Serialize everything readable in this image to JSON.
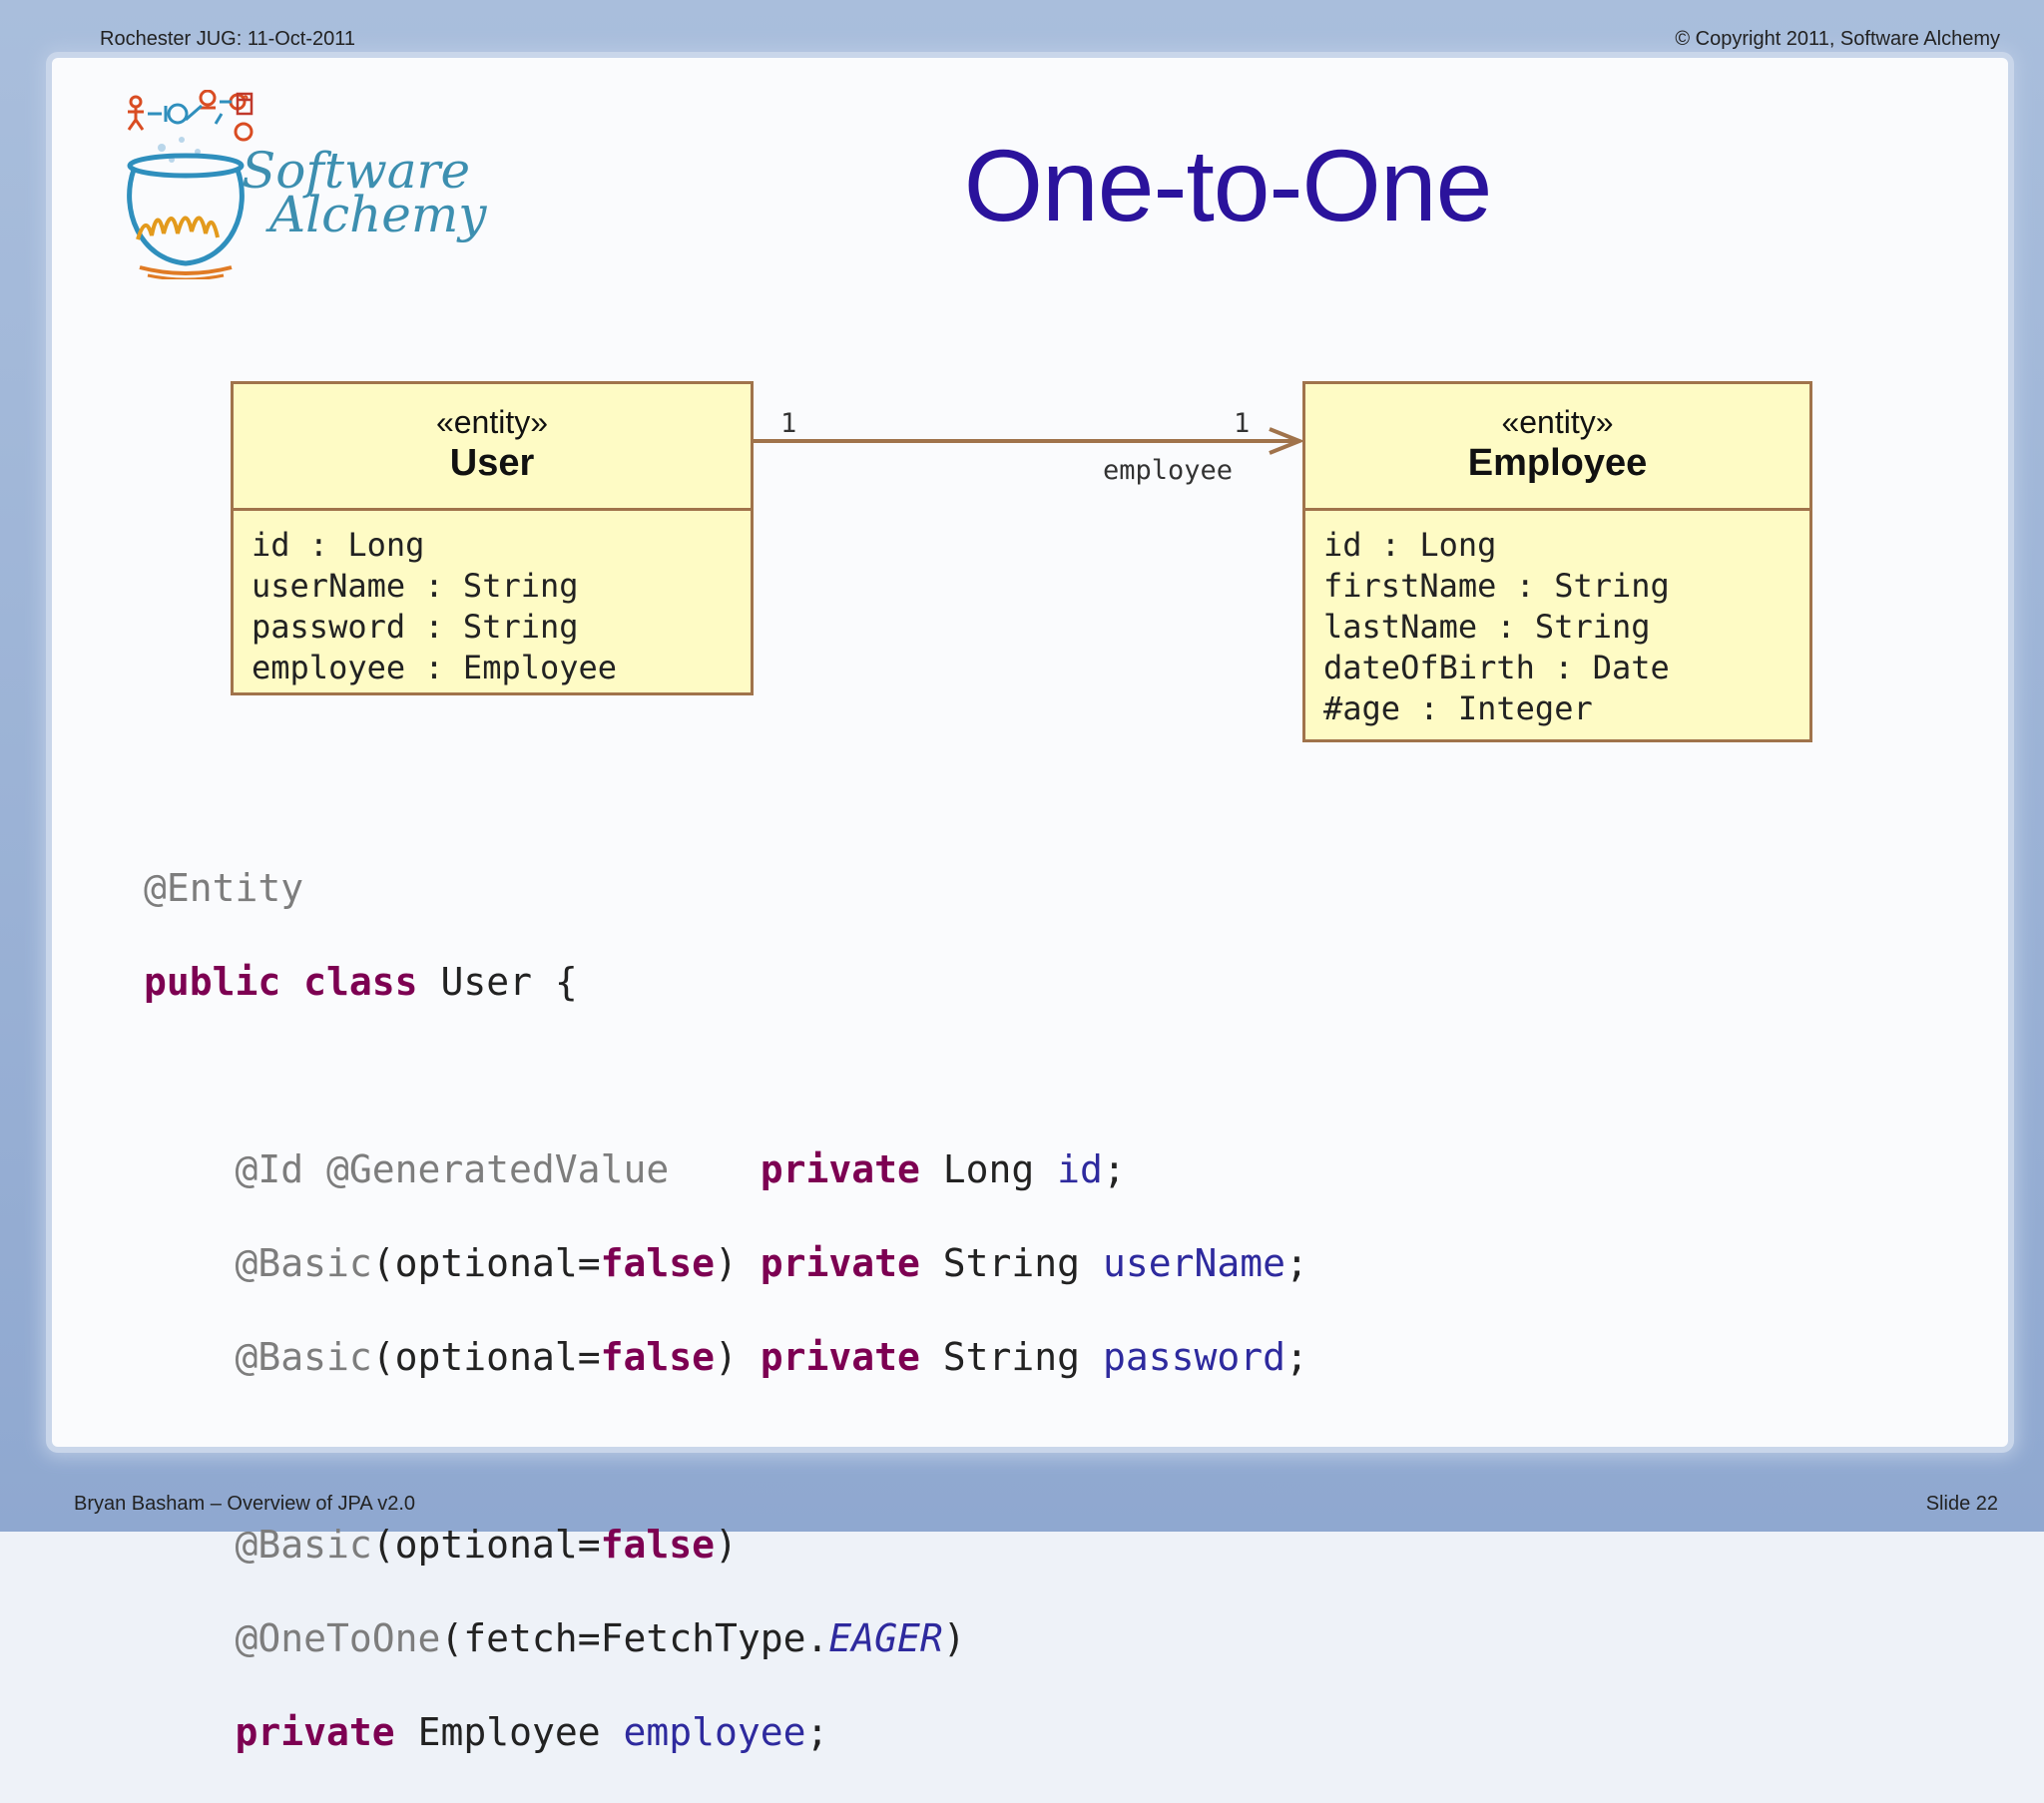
{
  "header": {
    "left": "Rochester JUG:  11-Oct-2011",
    "right": "© Copyright 2011, Software Alchemy"
  },
  "footer": {
    "left": "Bryan Basham – Overview of JPA v2.0",
    "right": "Slide 22"
  },
  "logo": {
    "line1": "Software",
    "line2": "Alchemy"
  },
  "title": "One-to-One",
  "diagram": {
    "user": {
      "stereotype": "«entity»",
      "name": "User",
      "attributes": [
        "id : Long",
        "userName : String",
        "password : String",
        "employee : Employee"
      ]
    },
    "employee": {
      "stereotype": "«entity»",
      "name": "Employee",
      "attributes": [
        "id : Long",
        "firstName : String",
        "lastName : String",
        "dateOfBirth : Date",
        "#age : Integer"
      ]
    },
    "association": {
      "source_multiplicity": "1",
      "target_multiplicity": "1",
      "role": "employee"
    }
  },
  "code": {
    "l1": {
      "a": "@Entity"
    },
    "l2": {
      "kw1": "public",
      "kw2": "class",
      "rest": "User {"
    },
    "l4": {
      "a": "@Id @GeneratedValue",
      "kw": "private",
      "type": "Long",
      "f": "id",
      "end": ";"
    },
    "l5": {
      "a": "@Basic",
      "p1": "(optional=",
      "b": "false",
      "p2": ")",
      "kw": "private",
      "type": "String",
      "f": "userName",
      "end": ";"
    },
    "l6": {
      "a": "@Basic",
      "p1": "(optional=",
      "b": "false",
      "p2": ")",
      "kw": "private",
      "type": "String",
      "f": "password",
      "end": ";"
    },
    "l8": {
      "a": "@Basic",
      "p1": "(optional=",
      "b": "false",
      "p2": ")"
    },
    "l9": {
      "a": "@OneToOne",
      "p1": "(fetch=FetchType.",
      "it": "EAGER",
      "p2": ")"
    },
    "l10": {
      "kw": "private",
      "type": "Employee",
      "f": "employee",
      "end": ";"
    }
  },
  "colors": {
    "title": "#2b139c",
    "keyword": "#7d0052",
    "annotation": "#7d7d7d",
    "field": "#2e2a9e",
    "uml_fill": "#fefbc5",
    "uml_border": "#a0734b"
  }
}
